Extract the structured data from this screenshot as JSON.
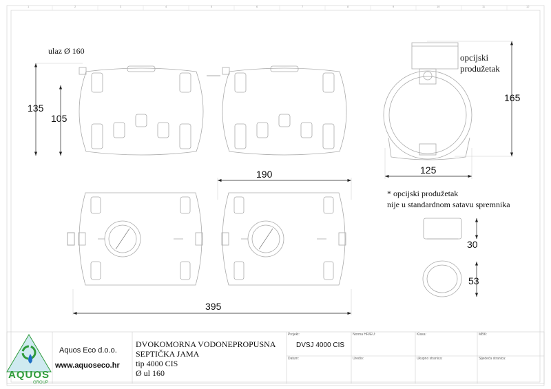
{
  "ruler": {
    "columns": [
      "1",
      "2",
      "3",
      "4",
      "5",
      "6",
      "7",
      "8",
      "9",
      "10",
      "11",
      "12"
    ]
  },
  "drawing": {
    "inlet_label": "ulaz Ø 160",
    "dim_total_height": "135",
    "dim_inlet_height": "105",
    "dim_tank_length": "190",
    "dim_total_length": "395",
    "dim_height_with_extension": "165",
    "dim_width": "125",
    "extension_label_line1": "opcijski",
    "extension_label_line2": "produžetak",
    "note_line1": "* opcijski produžetak",
    "note_line2": "nije u standardnom satavu spremnika",
    "dim_extension_height": "30",
    "dim_extension_diameter": "53"
  },
  "title_block": {
    "logo_text": "AQUOS",
    "logo_subtext": "GROUP",
    "company": "Aquos Eco d.o.o.",
    "website": "www.aquoseco.hr",
    "title_line1": "DVOKOMORNA VODONEPROPUSNA",
    "title_line2": "SEPTIČKA JAMA",
    "title_line3": "tip 4000 CIS",
    "title_line4": "Ø ul  160",
    "project_label": "Projekt:",
    "project_value": "DVSJ 4000 CIS",
    "norm_label": "Norma HR/EU:",
    "class_label": "Klasa:",
    "mbk_label": "MBK:",
    "date_label": "Datum:",
    "editor_label": "Uredio:",
    "total_pages_label": "Ukupno stranica:",
    "next_page_label": "Sljedeća stranica:"
  },
  "colors": {
    "line": "#b0b0b0",
    "dim": "#333333",
    "logo_green": "#2e9b3a",
    "logo_blue": "#1f6fc4",
    "logo_bg": "#cfeaf0"
  }
}
